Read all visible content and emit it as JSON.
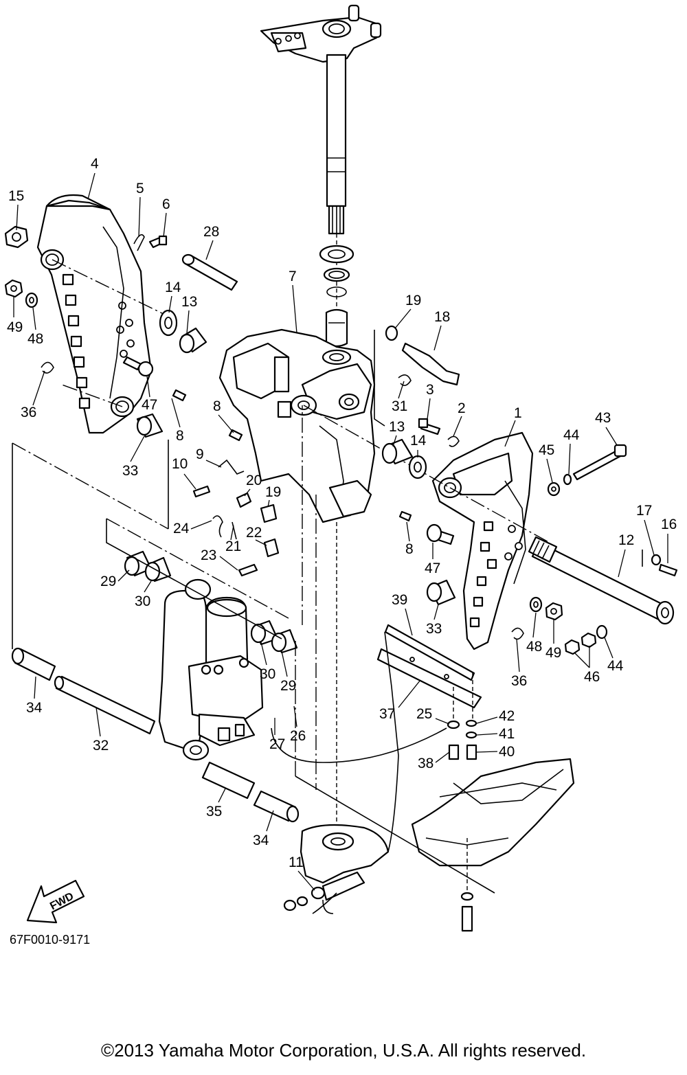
{
  "diagram_code": "67F0010-9171",
  "fwd_label": "FWD",
  "copyright": "©2013 Yamaha Motor Corporation, U.S.A. All rights reserved.",
  "callouts": [
    "1",
    "2",
    "3",
    "4",
    "5",
    "6",
    "7",
    "8",
    "8",
    "8",
    "9",
    "10",
    "11",
    "12",
    "13",
    "13",
    "14",
    "14",
    "15",
    "16",
    "17",
    "18",
    "19",
    "19",
    "20",
    "21",
    "22",
    "23",
    "24",
    "25",
    "26",
    "27",
    "28",
    "29",
    "29",
    "30",
    "30",
    "31",
    "32",
    "33",
    "33",
    "34",
    "34",
    "35",
    "36",
    "36",
    "37",
    "38",
    "39",
    "40",
    "41",
    "42",
    "43",
    "44",
    "44",
    "45",
    "46",
    "47",
    "47",
    "48",
    "48",
    "49",
    "49"
  ]
}
